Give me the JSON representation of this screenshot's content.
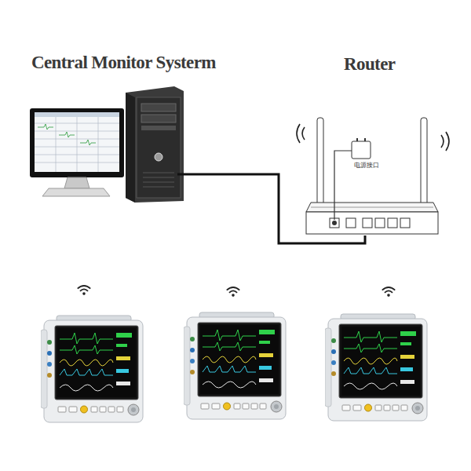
{
  "diagram": {
    "nodes": [
      {
        "text": [
          "Central Monitor Systerm"
        ]
      },
      {
        "text": [
          "Router"
        ]
      }
    ],
    "edges": [
      {
        "from": 0,
        "to": 1,
        "arrow": "none"
      }
    ],
    "labels": [
      "电源接口"
    ]
  }
}
